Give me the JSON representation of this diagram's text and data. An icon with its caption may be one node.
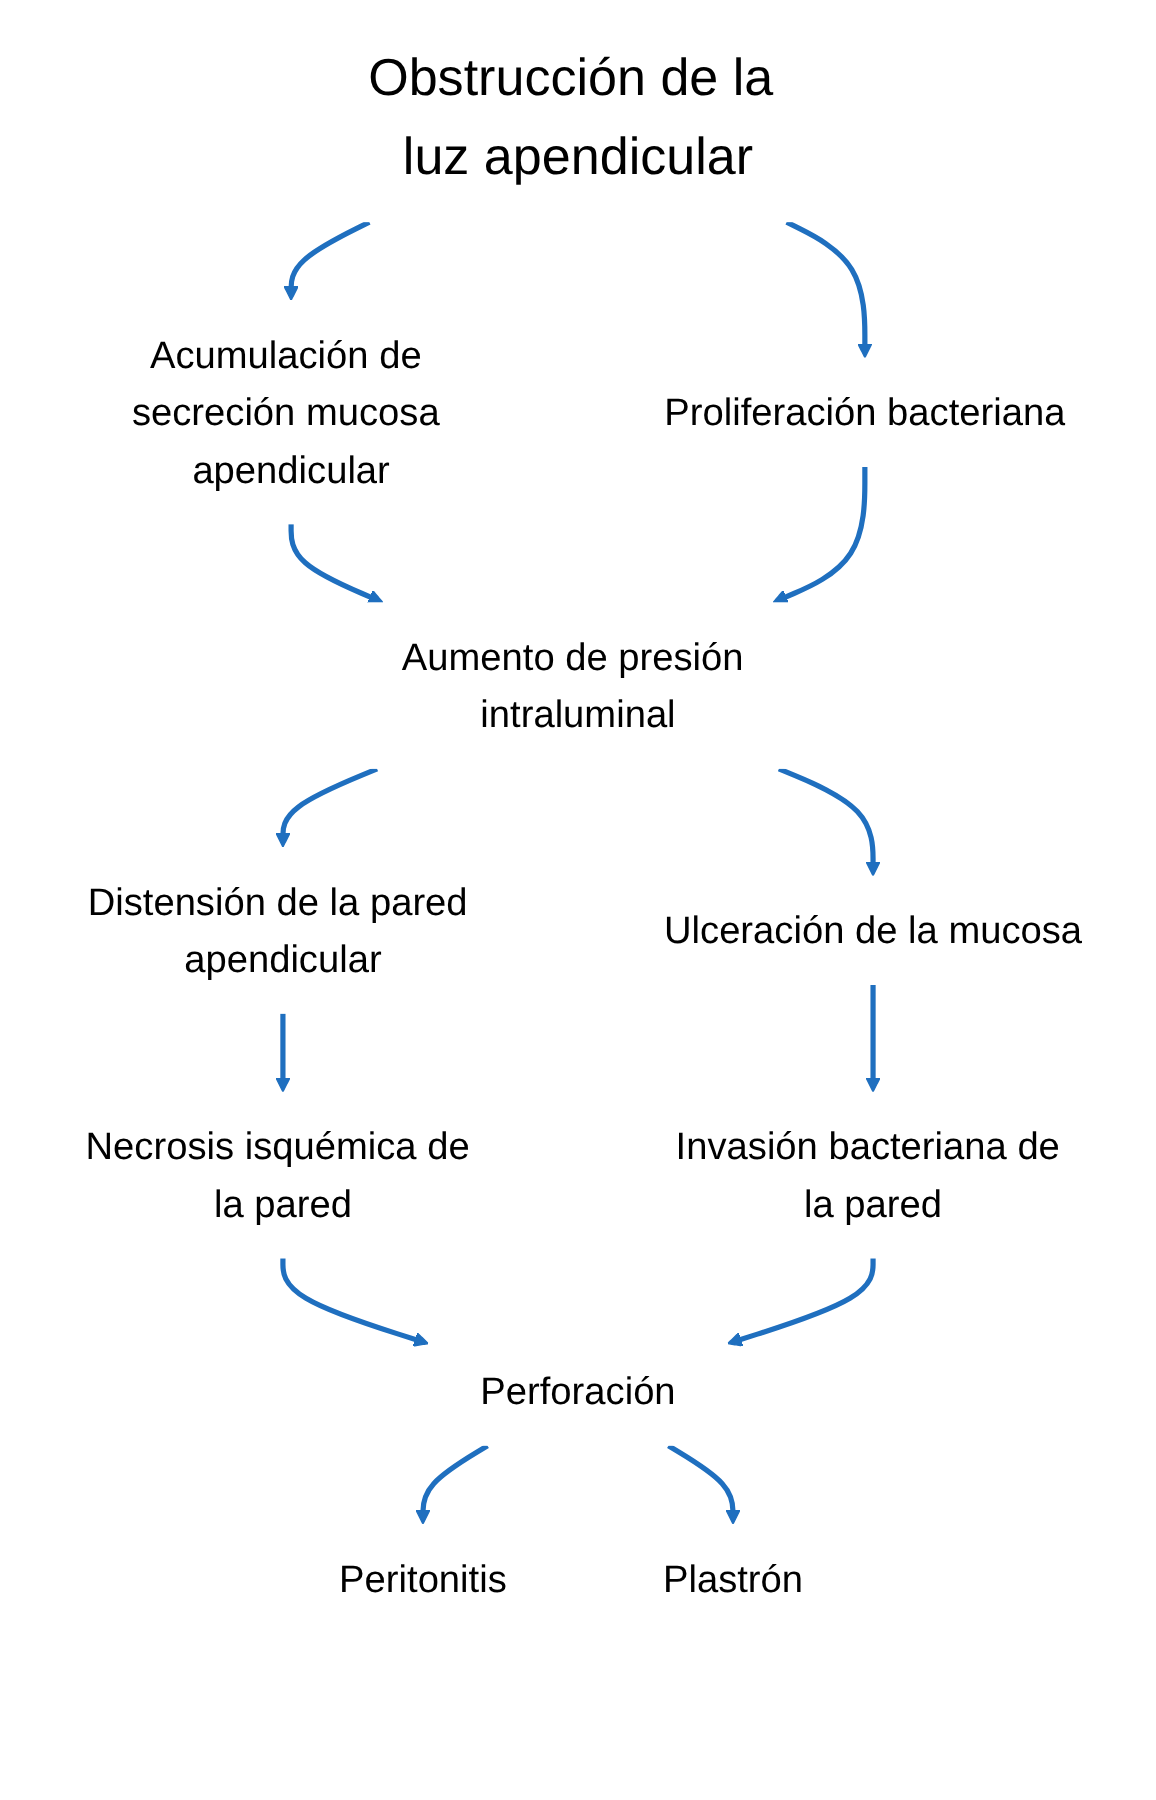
{
  "diagram": {
    "nodes": [
      {
        "text": [
          "Obstrucción de la luz apendicular"
        ]
      },
      {
        "text": [
          "Acumulación de secreción mucosa apendicular"
        ]
      },
      {
        "text": [
          "Proliferación bacteriana"
        ]
      },
      {
        "text": [
          "Aumento de presión intraluminal"
        ]
      },
      {
        "text": [
          "Distensión de la pared apendicular"
        ]
      },
      {
        "text": [
          "Ulceración de la mucosa"
        ]
      },
      {
        "text": [
          "Necrosis isquémica de la pared"
        ]
      },
      {
        "text": [
          "Invasión bacteriana de la pared"
        ]
      },
      {
        "text": [
          "Perforación"
        ]
      },
      {
        "text": [
          "Peritonitis"
        ]
      },
      {
        "text": [
          "Plastrón"
        ]
      }
    ],
    "edges": [
      {
        "from": 0,
        "to": 1,
        "arrow": "to"
      },
      {
        "from": 0,
        "to": 2,
        "arrow": "to"
      },
      {
        "from": 1,
        "to": 3,
        "arrow": "to"
      },
      {
        "from": 2,
        "to": 3,
        "arrow": "to"
      },
      {
        "from": 3,
        "to": 4,
        "arrow": "to"
      },
      {
        "from": 3,
        "to": 5,
        "arrow": "to"
      },
      {
        "from": 4,
        "to": 6,
        "arrow": "to"
      },
      {
        "from": 5,
        "to": 7,
        "arrow": "to"
      },
      {
        "from": 6,
        "to": 8,
        "arrow": "to"
      },
      {
        "from": 7,
        "to": 8,
        "arrow": "to"
      },
      {
        "from": 8,
        "to": 9,
        "arrow": "to"
      },
      {
        "from": 8,
        "to": 10,
        "arrow": "to"
      }
    ]
  }
}
